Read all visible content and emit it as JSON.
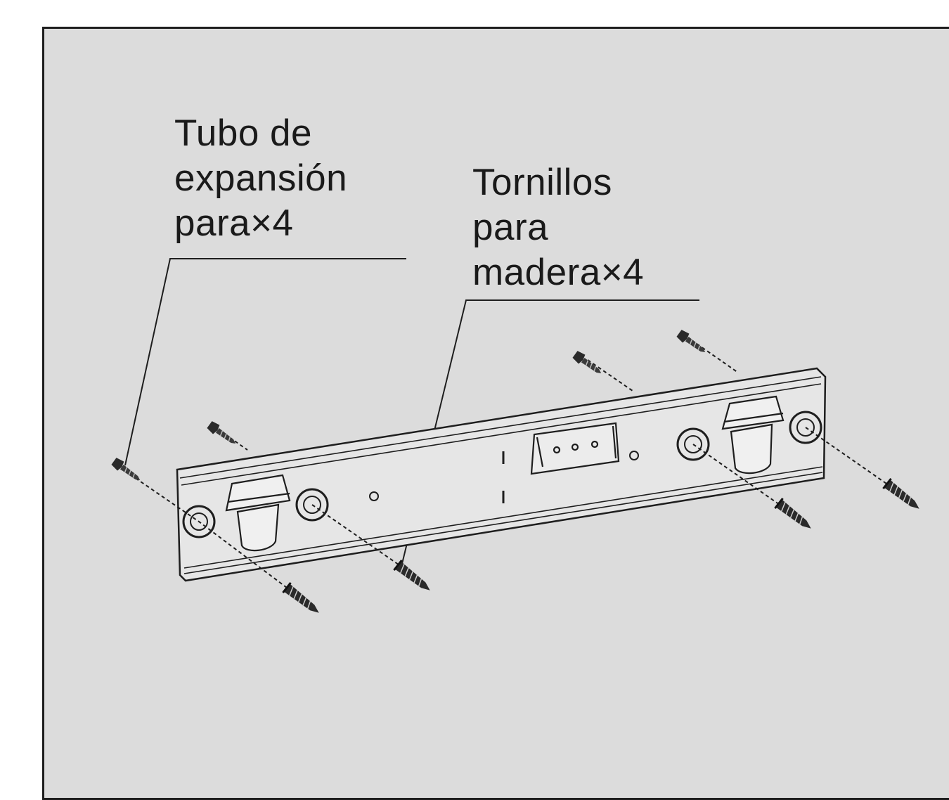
{
  "labels": {
    "expansion_tube": {
      "line1": "Tubo de",
      "line2": "expansión",
      "line3": "para×4"
    },
    "wood_screws": {
      "line1": "Tornillos",
      "line2": "para",
      "line3": "madera×4"
    }
  },
  "colors": {
    "panel_background": "#dcdcdc",
    "line_color": "#1e1e1e"
  }
}
